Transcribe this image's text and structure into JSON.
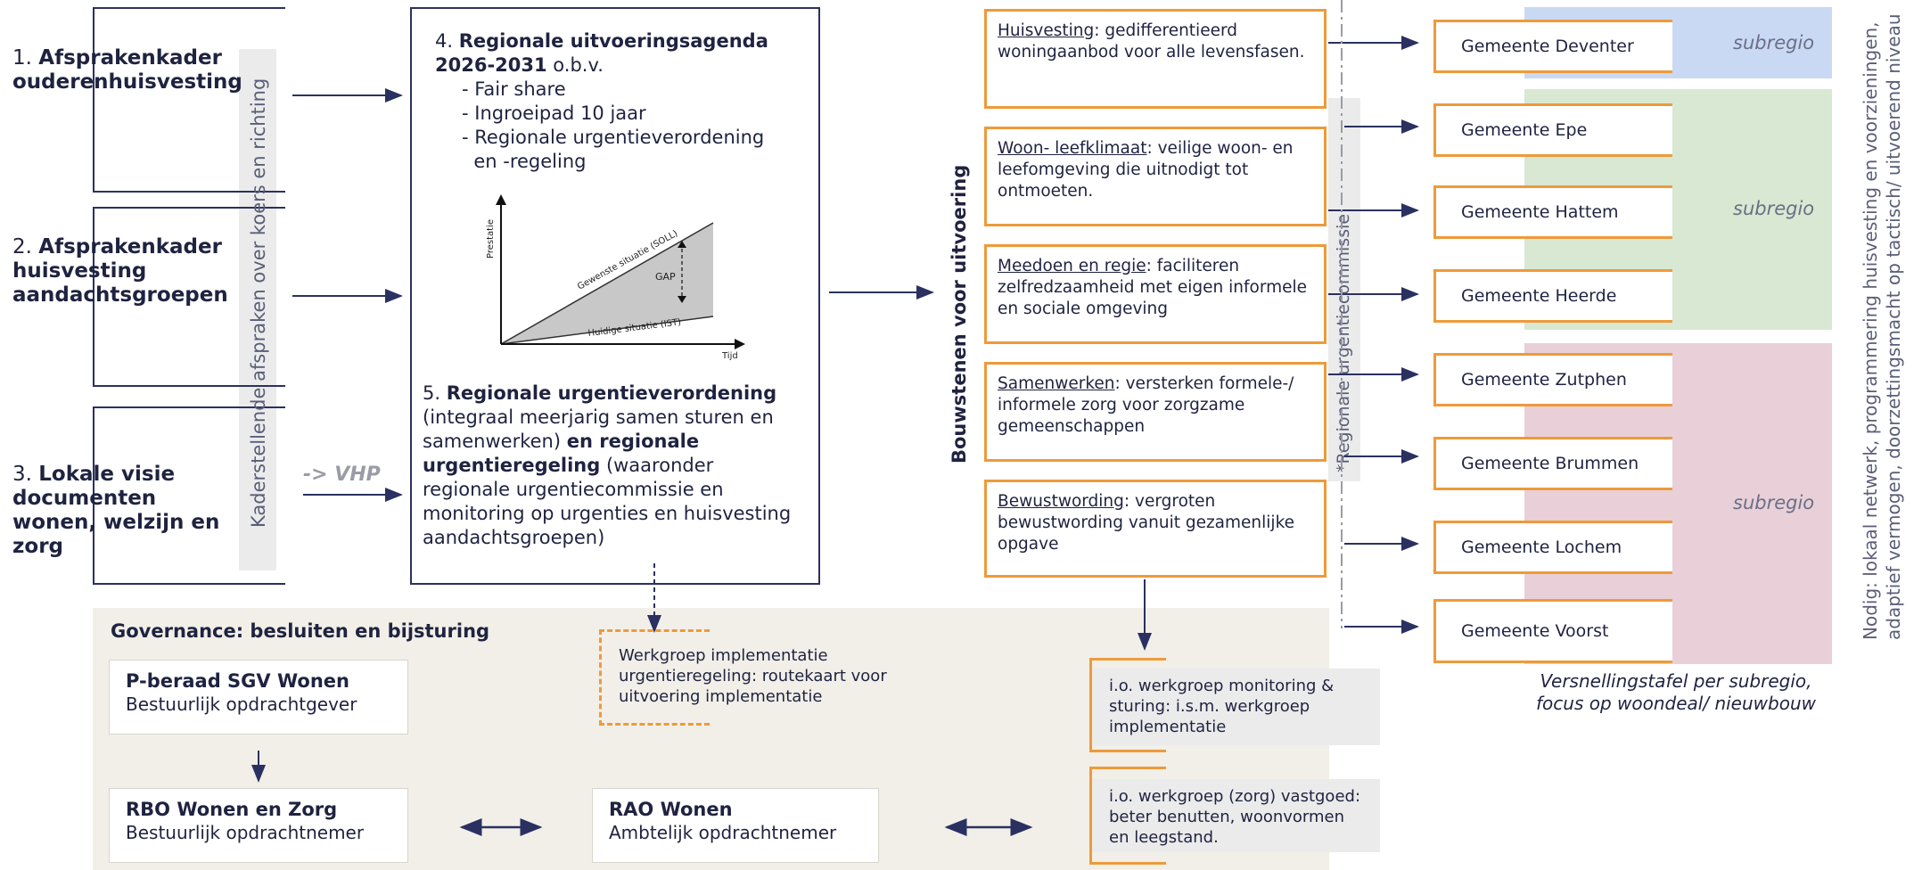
{
  "inputs": [
    {
      "number": "1.",
      "bold": "Afsprakenkader ouderenhuisvesting",
      "rest": ""
    },
    {
      "number": "2.",
      "bold": "Afsprakenkader huisvesting aandachtsgroepen",
      "rest": ""
    },
    {
      "number": "3.",
      "bold": "Lokale visie documenten wonen, welzijn en zorg",
      "rest": ""
    }
  ],
  "kader_label": "Kaderstellende afspraken over koers en richting",
  "vhp_label": "-> VHP",
  "agenda": {
    "number": "4.",
    "title_bold": "Regionale uitvoeringsagenda 2026-2031",
    "title_rest": " o.b.v.",
    "items": [
      "- Fair share",
      "- Ingroeipad 10 jaar",
      "- Regionale urgentieverordening",
      "  en -regeling"
    ]
  },
  "gap_chart": {
    "y_label": "Prestatie",
    "x_label": "Tijd",
    "upper_line": "Gewenste situatie (SOLL)",
    "lower_line": "Huidige situatie (IST)",
    "gap_label": "GAP"
  },
  "urgentie": {
    "number": "5.",
    "bold1": "Regionale urgentieverordening",
    "rest1": " (integraal meerjarig samen sturen en samenwerken) ",
    "bold2": "en regionale urgentieregeling",
    "rest2": " (waaronder regionale urgentiecommissie en monitoring op urgenties en huisvesting aandachtsgroepen)"
  },
  "bouwstenen_label": "Bouwstenen voor uitvoering",
  "bouwstenen": [
    {
      "key": "Huisvesting",
      "text": ": gedifferentieerd woningaanbod voor alle levensfasen."
    },
    {
      "key": "Woon- leefklimaat",
      "text": ": veilige woon- en leefomgeving die uitnodigt tot ontmoeten."
    },
    {
      "key": "Meedoen en regie",
      "text": ": faciliteren zelfredzaamheid met eigen informele en sociale omgeving"
    },
    {
      "key": "Samenwerken",
      "text": ": versterken formele-/ informele zorg voor zorgzame gemeenschappen"
    },
    {
      "key": "Bewustwording",
      "text": ": vergroten bewustwording vanuit gezamenlijke opgave"
    }
  ],
  "commissie_label": "*Regionale urgentiecommissie",
  "gemeenten": [
    "Gemeente Deventer",
    "Gemeente Epe",
    "Gemeente Hattem",
    "Gemeente Heerde",
    "Gemeente Zutphen",
    "Gemeente Brummen",
    "Gemeente Lochem",
    "Gemeente Voorst"
  ],
  "subregio_label": "subregio",
  "subregio_colors": [
    "#c9d9f3",
    "#d8e8d2",
    "#e8cfd8"
  ],
  "versnelling": "Versnellingstafel per subregio, focus op woondeal/ nieuwbouw",
  "nodig_line1": "Nodig: lokaal netwerk, programmering huisvesting en voorzieningen,",
  "nodig_line2": "adaptief vermogen, doorzettingsmacht op tactisch/ uitvoerend niveau",
  "governance": {
    "title": "Governance: besluiten en bijsturing",
    "pberaad_title": "P-beraad SGV Wonen",
    "pberaad_sub": "Bestuurlijk opdrachtgever",
    "rbo_title": "RBO Wonen en Zorg",
    "rbo_sub": "Bestuurlijk opdrachtnemer",
    "rao_title": "RAO Wonen",
    "rao_sub": "Ambtelijk opdrachtnemer",
    "werkgroep_impl": "Werkgroep implementatie urgentieregeling: routekaart voor uitvoering implementatie",
    "werkgroep_monitoring": "i.o. werkgroep monitoring & sturing: i.s.m. werkgroep implementatie",
    "werkgroep_vastgoed": "i.o. werkgroep (zorg) vastgoed: beter benutten, woonvormen en leegstand."
  },
  "colors": {
    "navy": "#2a3160",
    "orange": "#ee9a3a",
    "governance_bg": "#f1efe8"
  }
}
